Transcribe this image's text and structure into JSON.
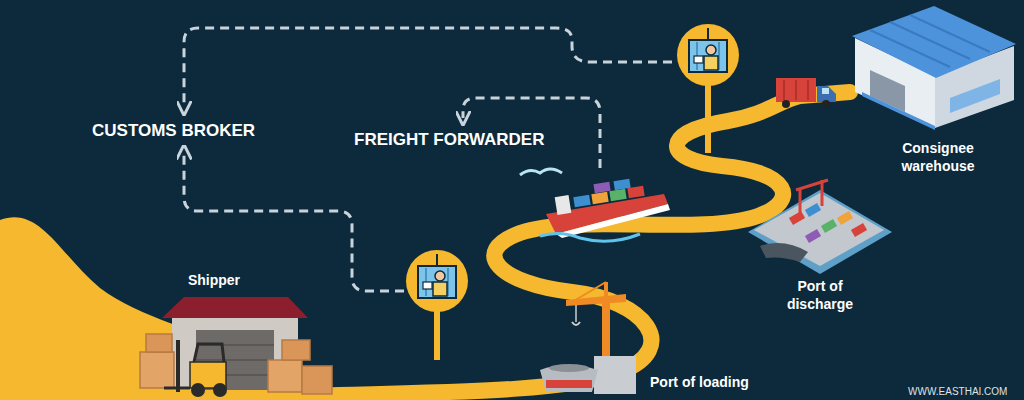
{
  "diagram": {
    "labels": [
      "CUSTOMS BROKER",
      "FREIGHT FORWARDER",
      "Consignee warehouse",
      "Shipper",
      "Port of discharge",
      "Port of loading",
      "WWW.EASTHAI.COM"
    ]
  }
}
